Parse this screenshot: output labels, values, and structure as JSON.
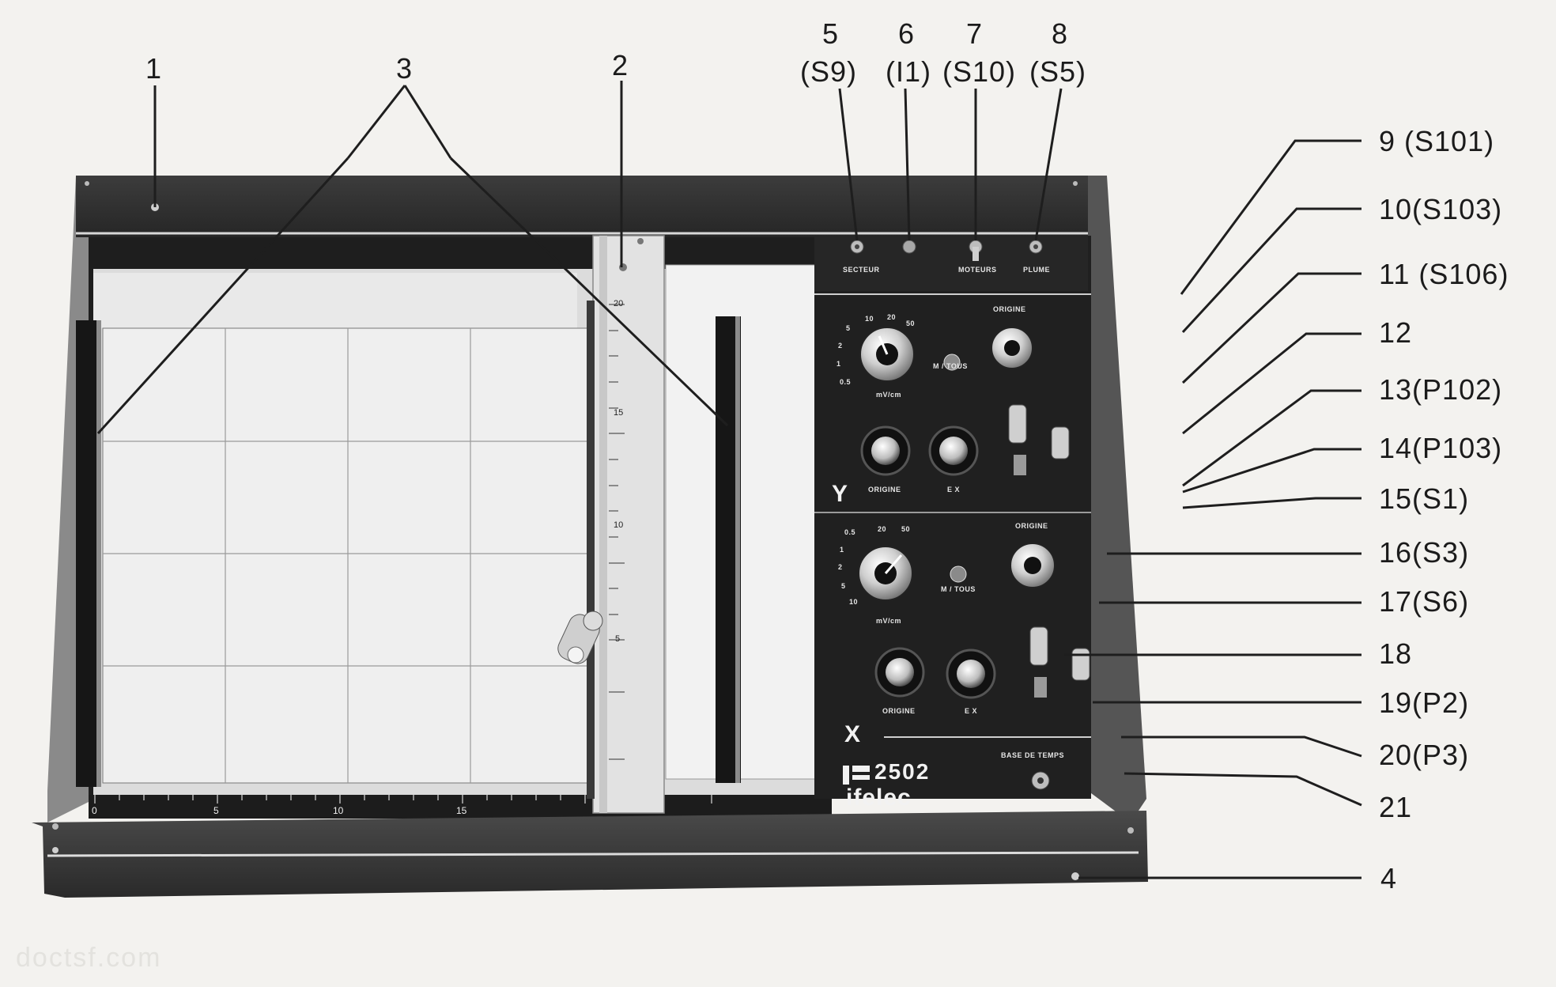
{
  "figure": {
    "watermark": "doctsf.com"
  },
  "panel": {
    "top_switches": [
      "SECTEUR",
      "",
      "MOTEURS",
      "PLUME"
    ],
    "y_section": {
      "letter": "Y",
      "sensitivity_label": "mV/cm",
      "origine_label": "ORIGINE",
      "origine_knob_label": "ORIGINE",
      "ex_label": "E X",
      "calib_label": "M / TOUS",
      "scale_values": [
        "0.5",
        "1",
        "2",
        "5",
        "10",
        "20",
        "50"
      ]
    },
    "x_section": {
      "letter": "X",
      "sensitivity_label": "mV/cm",
      "origine_label": "ORIGINE",
      "origine_knob_label": "ORIGINE",
      "ex_label": "E X",
      "calib_label": "M / TOUS",
      "scale_values": [
        "0.5",
        "1",
        "2",
        "5",
        "10",
        "20",
        "50"
      ]
    },
    "timebase_label": "BASE DE TEMPS",
    "brand_number": "2502",
    "brand_name": "ifelec"
  },
  "rulers": {
    "bottom_ticks": [
      "0",
      "5",
      "10",
      "15"
    ],
    "carriage_ticks": [
      "20",
      "15",
      "10",
      "5"
    ]
  },
  "callouts": [
    {
      "id": "c1",
      "text": "1"
    },
    {
      "id": "c2",
      "text": "2"
    },
    {
      "id": "c3",
      "text": "3"
    },
    {
      "id": "c4",
      "text": "4"
    },
    {
      "id": "c5",
      "text": "5"
    },
    {
      "id": "c5b",
      "text": "(S9)"
    },
    {
      "id": "c6",
      "text": "6"
    },
    {
      "id": "c6b",
      "text": "(I1)"
    },
    {
      "id": "c7",
      "text": "7"
    },
    {
      "id": "c7b",
      "text": "(S10)"
    },
    {
      "id": "c8",
      "text": "8"
    },
    {
      "id": "c8b",
      "text": "(S5)"
    },
    {
      "id": "c9",
      "text": "9 (S101)"
    },
    {
      "id": "c10",
      "text": "10(S103)"
    },
    {
      "id": "c11",
      "text": "11 (S106)"
    },
    {
      "id": "c12",
      "text": "12"
    },
    {
      "id": "c13",
      "text": "13(P102)"
    },
    {
      "id": "c14",
      "text": "14(P103)"
    },
    {
      "id": "c15",
      "text": "15(S1)"
    },
    {
      "id": "c16",
      "text": "16(S3)"
    },
    {
      "id": "c17",
      "text": "17(S6)"
    },
    {
      "id": "c18",
      "text": "18"
    },
    {
      "id": "c19",
      "text": "19(P2)"
    },
    {
      "id": "c20",
      "text": "20(P3)"
    },
    {
      "id": "c21",
      "text": "21"
    }
  ]
}
